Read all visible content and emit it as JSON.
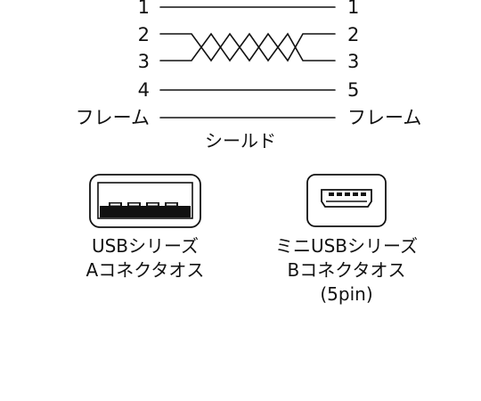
{
  "wiring": {
    "rows": [
      {
        "left": "1",
        "right": "1",
        "crossed": false
      },
      {
        "left": "2",
        "right": "2",
        "crossed": true
      },
      {
        "left": "3",
        "right": "3",
        "crossed": true
      },
      {
        "left": "4",
        "right": "5",
        "crossed": false
      },
      {
        "left": "フレーム",
        "right": "フレーム",
        "crossed": false
      }
    ],
    "shield_label": "シールド"
  },
  "connectors": {
    "usb_a": {
      "icon": "usb-a-port-icon",
      "line1": "USBシリーズ",
      "line2": "Aコネクタオス"
    },
    "mini_usb_b": {
      "icon": "mini-usb-b-port-icon",
      "line1": "ミニUSBシリーズ",
      "line2": "Bコネクタオス",
      "line3": "(5pin)"
    }
  },
  "colors": {
    "ink": "#111111",
    "background": "#ffffff"
  }
}
